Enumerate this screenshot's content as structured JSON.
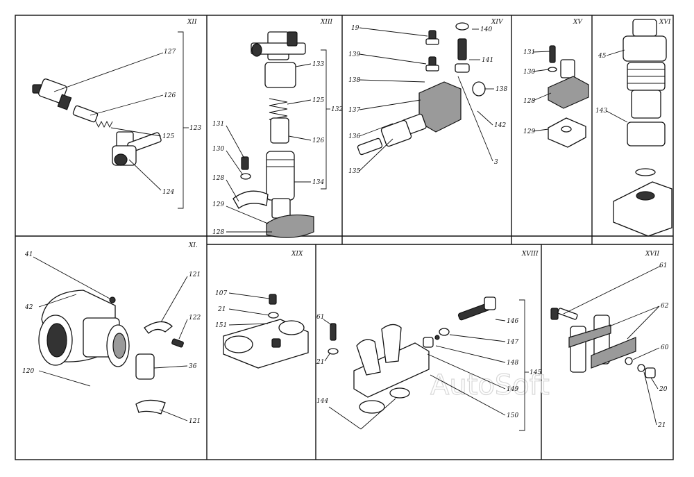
{
  "watermark": "AutoSoft",
  "panels": [
    {
      "id": "XII",
      "title": "XII",
      "labels": [
        "127",
        "126",
        "125",
        "123",
        "124"
      ]
    },
    {
      "id": "XIII",
      "title": "XIII",
      "labels": [
        "133",
        "125",
        "132",
        "126",
        "131",
        "130",
        "134",
        "128",
        "129",
        "128"
      ]
    },
    {
      "id": "XIV",
      "title": "XIV",
      "labels": [
        "19",
        "140",
        "139",
        "141",
        "138",
        "138",
        "137",
        "142",
        "136",
        "3",
        "135"
      ]
    },
    {
      "id": "XV",
      "title": "XV",
      "labels": [
        "131",
        "130",
        "128",
        "129"
      ]
    },
    {
      "id": "XVI",
      "title": "XVI",
      "labels": [
        "45",
        "143"
      ]
    },
    {
      "id": "XI",
      "title": "XI.",
      "labels": [
        "41",
        "121",
        "42",
        "122",
        "36",
        "120",
        "121"
      ]
    },
    {
      "id": "XIX",
      "title": "XIX",
      "labels": [
        "107",
        "21",
        "151"
      ]
    },
    {
      "id": "XVIII",
      "title": "XVIII",
      "labels": [
        "61",
        "146",
        "147",
        "21",
        "148",
        "145",
        "149",
        "144",
        "150"
      ]
    },
    {
      "id": "XVII",
      "title": "XVII",
      "labels": [
        "61",
        "62",
        "60",
        "20",
        "21"
      ]
    }
  ]
}
